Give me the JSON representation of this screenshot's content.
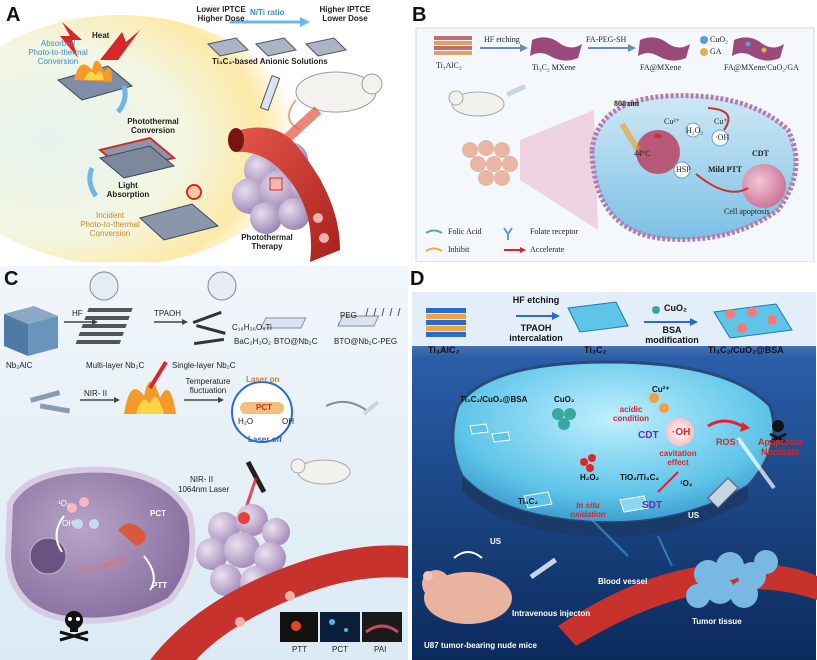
{
  "panels": {
    "a": {
      "letter": "A",
      "heat": "Heat",
      "absorbed_line1": "Absorbed",
      "absorbed_line2": "Photo-to-thermal",
      "absorbed_line3": "Conversion",
      "lower_iptce": "Lower IPTCE",
      "higher_dose": "Higher Dose",
      "nti_ratio": "N/Ti ratio",
      "higher_iptce": "Higher IPTCE",
      "lower_dose": "Lower Dose",
      "anionic": "Ti₃C₂-based Anionic Solutions",
      "photothermal_conv1": "Photothermal",
      "photothermal_conv2": "Conversion",
      "light1": "Light",
      "light2": "Absorption",
      "incident1": "Incident",
      "incident2": "Photo-to-thermal",
      "incident3": "Conversion",
      "therapy1": "Photothermal",
      "therapy2": "Therapy"
    },
    "b": {
      "letter": "B",
      "ti3alc2": "Ti₃AlC₂",
      "hf": "HF etching",
      "mxene": "Ti₃C₂ MXene",
      "fapeg": "FA-PEG-SH",
      "famxene": "FA@MXene",
      "cuo2": "CuO₂",
      "ga": "GA",
      "final": "FA@MXene/CuO₂/GA",
      "nm808": "808 nm",
      "cu2plus": "Cu²⁺",
      "cuplus": "Cu⁺",
      "h2o2": "H₂O₂",
      "oh": "·OH",
      "cdt": "CDT",
      "temp": "44°C",
      "mildptt": "Mild PTT",
      "hsp": "HSP",
      "apoptosis": "Cell apoptosis",
      "legend_folic": "Folic Acid",
      "legend_folate": "Folate receptor",
      "legend_inhibit": "Inhibit",
      "legend_accelerate": "Accelerate"
    },
    "c": {
      "letter": "C",
      "hf": "HF",
      "tpaoh": "TPAOH",
      "peg": "PEG",
      "nb2alc": "Nb₂AlC",
      "multilayer": "Multi-layer Nb₂C",
      "singlelayer": "Single-layer Nb₂C",
      "reagent1": "C₁₆H₃₆O₄Ti",
      "reagent2": "BaC₂H₃O₂",
      "bto": "BTO@Nb₂C",
      "btopeg": "BTO@Nb₂C-PEG",
      "nir": "NIR- II",
      "tempfluc1": "Temperature",
      "tempfluc2": "fluctuation",
      "laseron": "Laser on",
      "laseroff": "Laser off",
      "pct": "PCT",
      "h2o": "H₂O",
      "oh": "OH",
      "nir2": "NIR- II",
      "laser1064": "1064nm Laser",
      "o2": "¹O₂",
      "oh2": "OH",
      "pct2": "PCT",
      "ptt": "PTT",
      "apoptosis": "Cell apoptosis",
      "img1": "PTT",
      "img2": "PCT",
      "img3": "PAI"
    },
    "d": {
      "letter": "D",
      "ti2alc2": "Ti₃AlC₂",
      "hf": "HF etching",
      "tpaoh1": "TPAOH",
      "tpaoh2": "intercalation",
      "ti3c2": "Ti₃C₂",
      "cuo2": "CuO₂",
      "bsa1": "BSA",
      "bsa2": "modification",
      "final": "Ti₃C₂/CuO₂@BSA",
      "cell_label": "Ti₃C₂/CuO₂@BSA",
      "cuo2b": "CuO₂",
      "cu2plus": "Cu²⁺",
      "acidic1": "acidic",
      "acidic2": "condition",
      "cdt": "CDT",
      "oh": "·OH",
      "cavitation1": "cavitation",
      "cavitation2": "effect",
      "ros": "ROS↑",
      "apoptosis": "Apoptosis",
      "necrosis": "Necrosis",
      "h2o2": "H₂O₂",
      "tio2": "TiO₂/Ti₃C₂",
      "ti3c2b": "Ti₃C₂",
      "insitu1": "In situ",
      "insitu2": "oxidation",
      "sdt": "SDT",
      "o2": "¹O₂",
      "us": "US",
      "us2": "US",
      "vessel": "Blood vessel",
      "injection": "Intravenous injecton",
      "tissue": "Tumor tissue",
      "mice": "U87 tumor-bearing nude mice"
    }
  },
  "colors": {
    "panel_a_glow": "#fde9a8",
    "panel_b_bg": "#f2f6fb",
    "panel_c_bg": "#e8f1f8",
    "panel_d_bg": "#0d3a78",
    "cell_blue": "#5ec4e8",
    "vessel_red": "#c8322c",
    "tumor_purple": "#b8a2c8",
    "accent_red": "#d8262a",
    "accent_blue": "#2a6ad0"
  }
}
